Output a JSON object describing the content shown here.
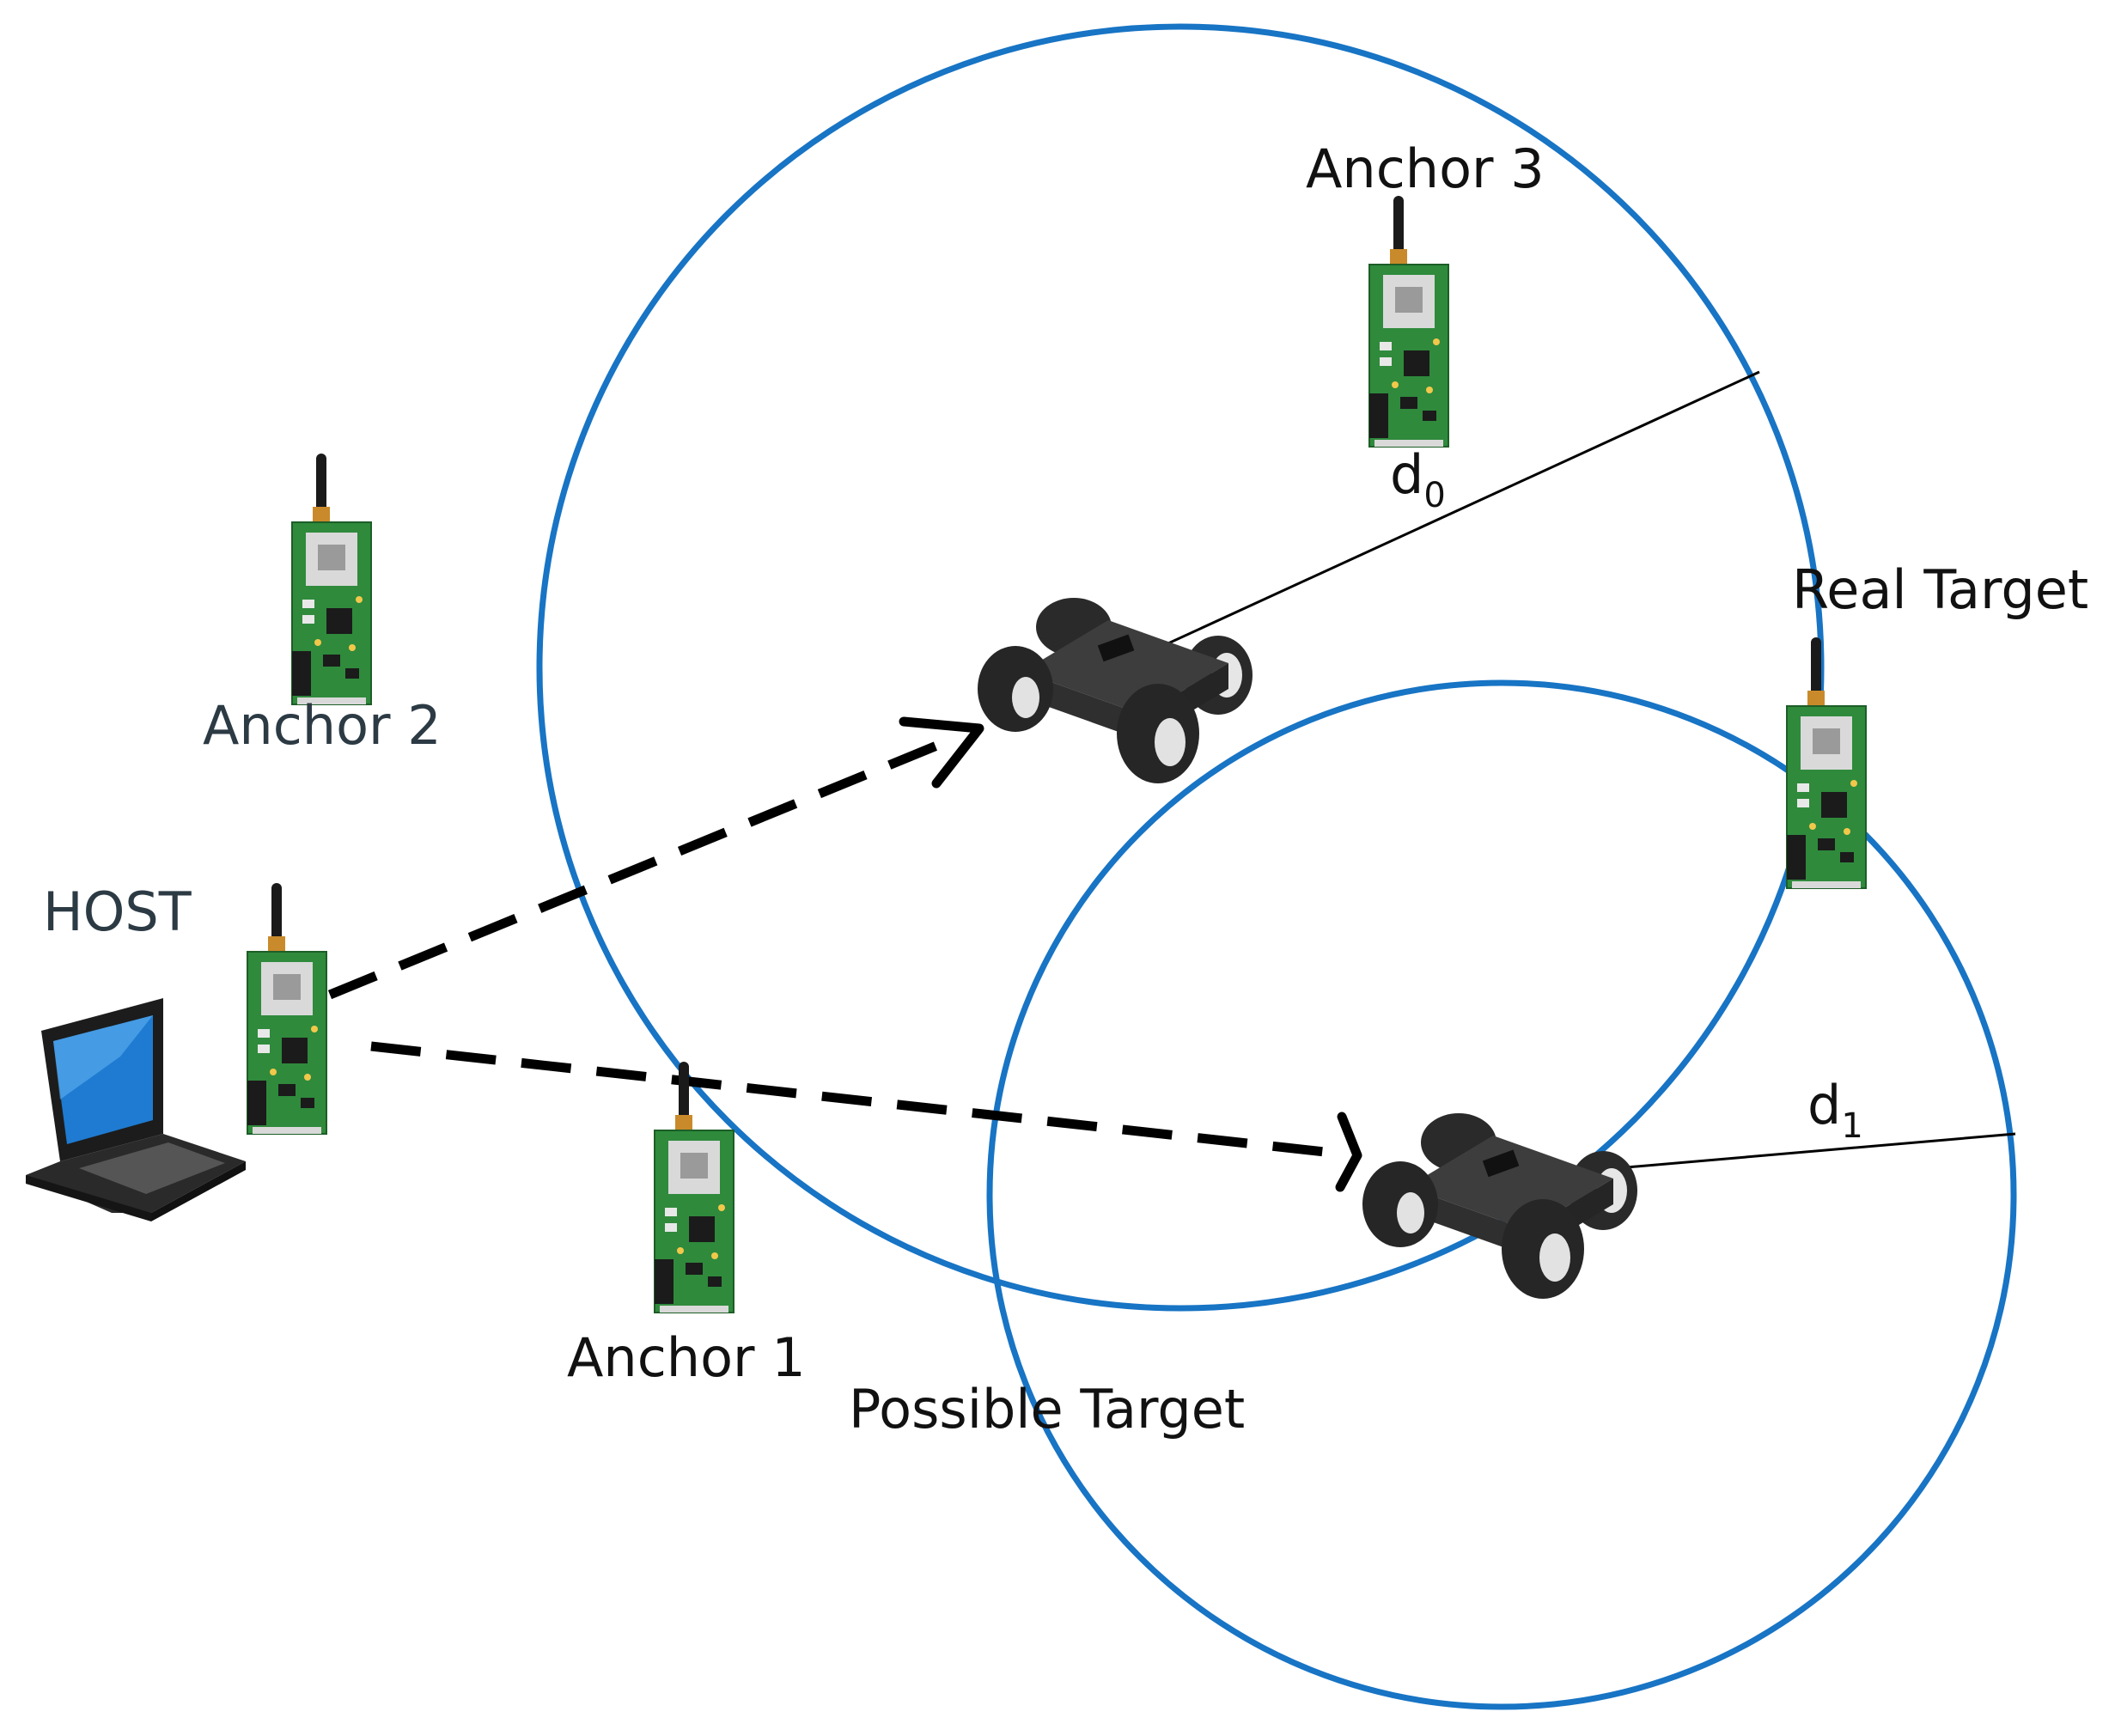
{
  "labels": {
    "anchor1": "Anchor 1",
    "anchor2": "Anchor 2",
    "anchor3": "Anchor 3",
    "host": "HOST",
    "real_target": "Real Target",
    "possible_target": "Possible Target"
  },
  "distances": {
    "d0": {
      "base": "d",
      "sub": "0"
    },
    "d1": {
      "base": "d",
      "sub": "1"
    }
  },
  "colors": {
    "circle": "#1874c4",
    "board": "#2f8a3c",
    "robot_body": "#3b3b3b",
    "arrow": "#000000"
  },
  "icons": {
    "anchor": "radio-board-icon",
    "target": "robot-rover-icon",
    "host": "laptop-icon"
  }
}
